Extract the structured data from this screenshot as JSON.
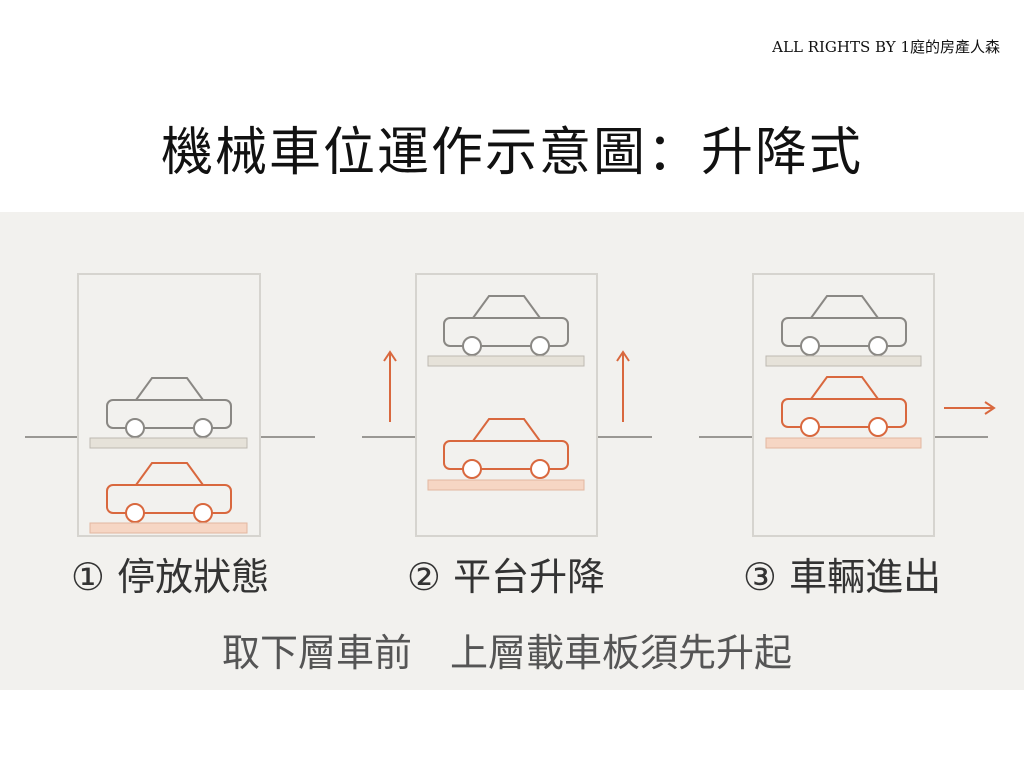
{
  "copyright": "ALL RIGHTS BY 1庭的房產人森",
  "title": "機械車位運作示意圖：升降式",
  "steps": [
    {
      "number": "①",
      "label": "停放狀態"
    },
    {
      "number": "②",
      "label": "平台升降"
    },
    {
      "number": "③",
      "label": "車輛進出"
    }
  ],
  "note": "取下層車前　上層載車板須先升起",
  "colors": {
    "background": "#ffffff",
    "panel": "#f2f1ee",
    "frame": "#d6d4cf",
    "ground": "#9a9894",
    "gray_car": "#8a8884",
    "orange_car": "#d9683e",
    "gray_platform": "#e6e2d9",
    "orange_platform": "#f6d6c4"
  }
}
